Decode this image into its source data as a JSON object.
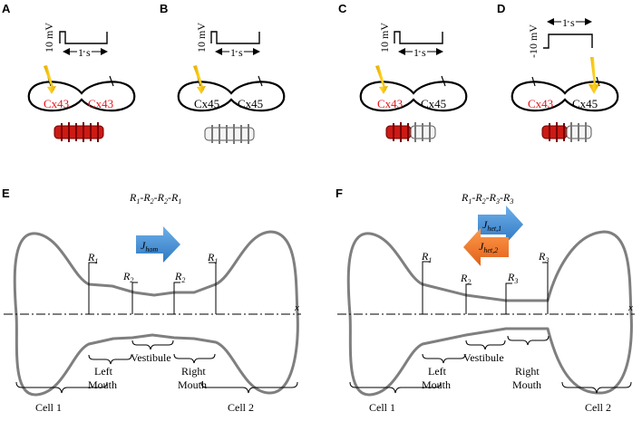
{
  "panels": {
    "A": {
      "letter": "A",
      "voltage": "10 mV",
      "time": "1 s",
      "left_cx": "Cx43",
      "right_cx": "Cx43"
    },
    "B": {
      "letter": "B",
      "voltage": "10 mV",
      "time": "1 s",
      "left_cx": "Cx45",
      "right_cx": "Cx45"
    },
    "C": {
      "letter": "C",
      "voltage": "10 mV",
      "time": "1 s",
      "left_cx": "Cx43",
      "right_cx": "Cx45"
    },
    "D": {
      "letter": "D",
      "voltage": "-10 mV",
      "time": "1 s",
      "left_cx": "Cx43",
      "right_cx": "Cx45"
    },
    "E": {
      "letter": "E",
      "title_parts": [
        "R",
        "1",
        "-R",
        "2",
        "-R",
        "2",
        "-R",
        "1"
      ],
      "flux_base": "J",
      "flux_sub": "hom",
      "r_labels": [
        {
          "base": "R",
          "sub": "1"
        },
        {
          "base": "R",
          "sub": "2"
        },
        {
          "base": "R",
          "sub": "2"
        },
        {
          "base": "R",
          "sub": "1"
        }
      ],
      "axis": "x",
      "regions": {
        "cell1": "Cell 1",
        "left": "Left",
        "mouth": "Mouth",
        "vestibule": "Vestibule",
        "right": "Right",
        "cell2": "Cell 2"
      }
    },
    "F": {
      "letter": "F",
      "title_parts": [
        "R",
        "1",
        "-R",
        "2",
        "-R",
        "3",
        "-R",
        "3"
      ],
      "flux1_base": "J",
      "flux1_sub": "het,1",
      "flux2_base": "J",
      "flux2_sub": "het,2",
      "r_labels": [
        {
          "base": "R",
          "sub": "1"
        },
        {
          "base": "R",
          "sub": "2"
        },
        {
          "base": "R",
          "sub": "3"
        },
        {
          "base": "R",
          "sub": "3"
        }
      ],
      "axis": "x",
      "regions": {
        "cell1": "Cell 1",
        "left": "Left",
        "mouth": "Mouth",
        "vestibule": "Vestibule",
        "right": "Right",
        "cell2": "Cell 2"
      }
    }
  },
  "colors": {
    "cx43": "#e8121b",
    "arrow_yellow": "#f5c000",
    "arrow_blue": "#4a90d9",
    "arrow_orange": "#f0782a",
    "outline_gray": "#7f7f7f"
  },
  "icons": [
    "stimulation-arrow-icon",
    "electrode-icon",
    "gap-junction-channel-icon",
    "flux-arrow-icon"
  ]
}
